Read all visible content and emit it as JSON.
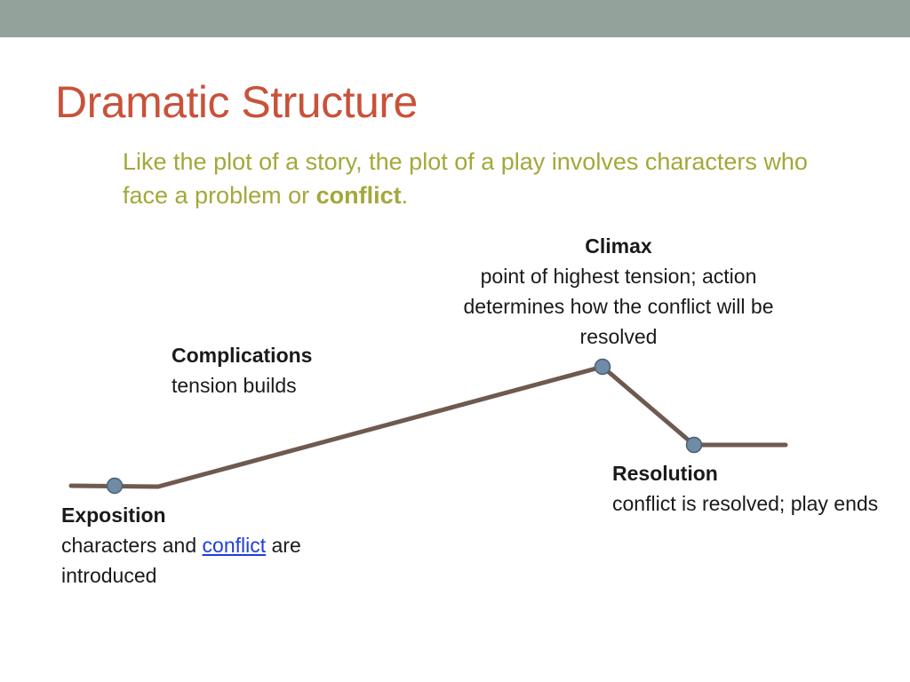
{
  "slide": {
    "title": "Dramatic Structure",
    "subtitle_text": "Like the plot of a story, the plot of a play involves characters who face a problem or ",
    "subtitle_emphasis": "conflict",
    "subtitle_end": "."
  },
  "diagram": {
    "line_color": "#6e5a4f",
    "node_color": "#6f8ba6",
    "stages": {
      "exposition": {
        "name": "Exposition",
        "desc_before": "characters and ",
        "desc_link": "conflict",
        "desc_after": " are introduced"
      },
      "complications": {
        "name": "Complications",
        "desc": "tension builds"
      },
      "climax": {
        "name": "Climax",
        "desc": "point of highest tension; action determines how the conflict will be resolved"
      },
      "resolution": {
        "name": "Resolution",
        "desc": "conflict is resolved; play ends"
      }
    }
  },
  "colors": {
    "top_bar": "#93a29a",
    "title": "#c8523a",
    "subtitle": "#a3a83a",
    "link": "#1f3fd8"
  }
}
